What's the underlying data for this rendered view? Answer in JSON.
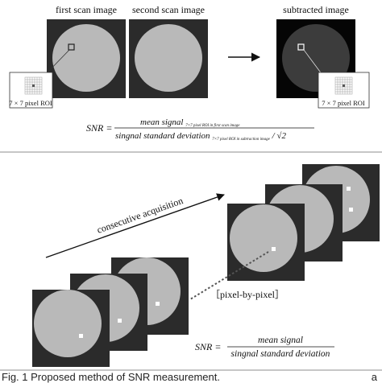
{
  "top": {
    "label_first": "first scan image",
    "label_second": "second scan image",
    "label_subtracted": "subtracted image",
    "roi_label_left": "7 × 7 pixel ROI",
    "roi_label_right": "7 × 7 pixel ROI",
    "formula": {
      "lhs": "SNR =",
      "num_main": "mean signal",
      "num_sub": "7×7 pixel ROI in first scan image",
      "den_main": "singnal standard deviation",
      "den_sub": "7×7 pixel ROI in subtraction image",
      "den_tail": "/ √2"
    }
  },
  "bottom": {
    "consecutive_label": "consecutive acquisition",
    "pixel_label": "［pixel-by-pixel］",
    "formula": {
      "lhs": "SNR =",
      "num": "mean signal",
      "den": "singnal standard deviation"
    }
  },
  "caption": "Fig. 1   Proposed method of SNR measurement.",
  "panel_label": "a",
  "colors": {
    "frame": "#2b2b2b",
    "disk": "#b9b9b9",
    "subtracted_bg": "#050505",
    "subtracted_disk": "#3c3c3c",
    "roi_box": "#ffffff"
  }
}
